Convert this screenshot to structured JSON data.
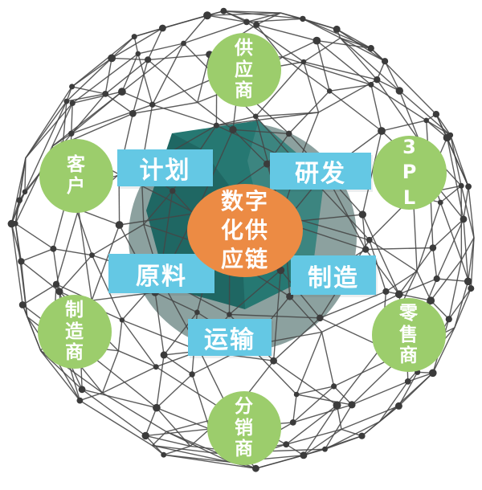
{
  "diagram": {
    "center": {
      "label": "数字化供应链",
      "display": "数字\n化供\n应链",
      "color": "#ec8b44"
    },
    "processes": [
      {
        "id": "plan",
        "label": "计划"
      },
      {
        "id": "rnd",
        "label": "研发"
      },
      {
        "id": "materials",
        "label": "原料"
      },
      {
        "id": "manufacturing",
        "label": "制造"
      },
      {
        "id": "transport",
        "label": "运输"
      }
    ],
    "entities": [
      {
        "id": "supplier",
        "label": "供应商",
        "display": "供\n应\n商"
      },
      {
        "id": "customer",
        "label": "客户",
        "display": "客\n户"
      },
      {
        "id": "3pl",
        "label": "3PL",
        "display": "3\nP\nL"
      },
      {
        "id": "manufacturer",
        "label": "制造商",
        "display": "制\n造\n商"
      },
      {
        "id": "retailer",
        "label": "零售商",
        "display": "零\n售\n商"
      },
      {
        "id": "distributor",
        "label": "分销商",
        "display": "分\n销\n商"
      }
    ],
    "colors": {
      "entity_green": "#9ccd6c",
      "process_blue": "#64c8e4",
      "center_orange": "#ec8b44",
      "sphere_gray": "#8ca19f",
      "core_teal_dark": "#1e6f6b",
      "core_teal": "#267872",
      "network_line": "#454545",
      "network_node": "#3b3b3b",
      "text": "#ffffff"
    }
  }
}
